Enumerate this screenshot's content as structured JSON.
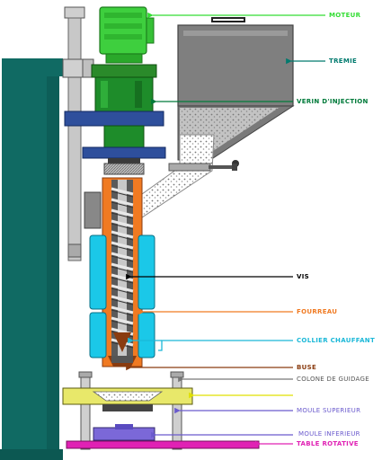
{
  "labels": {
    "moteur": "MOTEUR",
    "tremie": "TREMIE",
    "verin": "VERIN D'INJECTION",
    "vis": "VIS",
    "fourreau": "FOURREAU",
    "collier": "COLLIER CHAUFFANT",
    "buse": "BUSE",
    "colonne": "COLONE DE GUIDAGE",
    "moule_superieur": "MOULE SUPERIEUR",
    "moule_inferieur": "MOULE INFERIEUR",
    "table": "TABLE ROTATIVE"
  },
  "colors": {
    "frame": "#106a63",
    "motor": "#3ecf3e",
    "jack": "#1e8c2a",
    "flange": "#2e4f9c",
    "hopper": "#7a7a7a",
    "barrel": "#f07a22",
    "heater": "#1bc8e8",
    "nozzle": "#8a3c10",
    "column": "#9a9a9a",
    "upper_mold": "#e8e86a",
    "lower_mold": "#7b68d8",
    "table": "#e021b4"
  }
}
